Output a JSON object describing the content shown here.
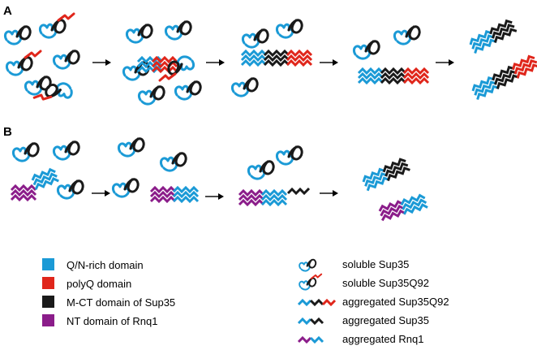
{
  "panels": {
    "a": {
      "label": "A"
    },
    "b": {
      "label": "B"
    }
  },
  "colors": {
    "qn_rich": "#1b9ad6",
    "polyq": "#e0261b",
    "mct": "#1a1a1a",
    "rnq1_nt": "#8b1d8a"
  },
  "legend_left": [
    {
      "label": "Q/N-rich domain",
      "color_key": "qn_rich"
    },
    {
      "label": "polyQ domain",
      "color_key": "polyq"
    },
    {
      "label": "M-CT domain of Sup35",
      "color_key": "mct"
    },
    {
      "label": "NT domain of Rnq1",
      "color_key": "rnq1_nt"
    }
  ],
  "legend_right": [
    {
      "label": "soluble Sup35",
      "icon": "soluble-sup35-icon"
    },
    {
      "label": "soluble Sup35Q92",
      "icon": "soluble-sup35q92-icon"
    },
    {
      "label": "aggregated Sup35Q92",
      "icon": "aggregated-sup35q92-icon"
    },
    {
      "label": "aggregated Sup35",
      "icon": "aggregated-sup35-icon"
    },
    {
      "label": "aggregated Rnq1",
      "icon": "aggregated-rnq1-icon"
    }
  ]
}
